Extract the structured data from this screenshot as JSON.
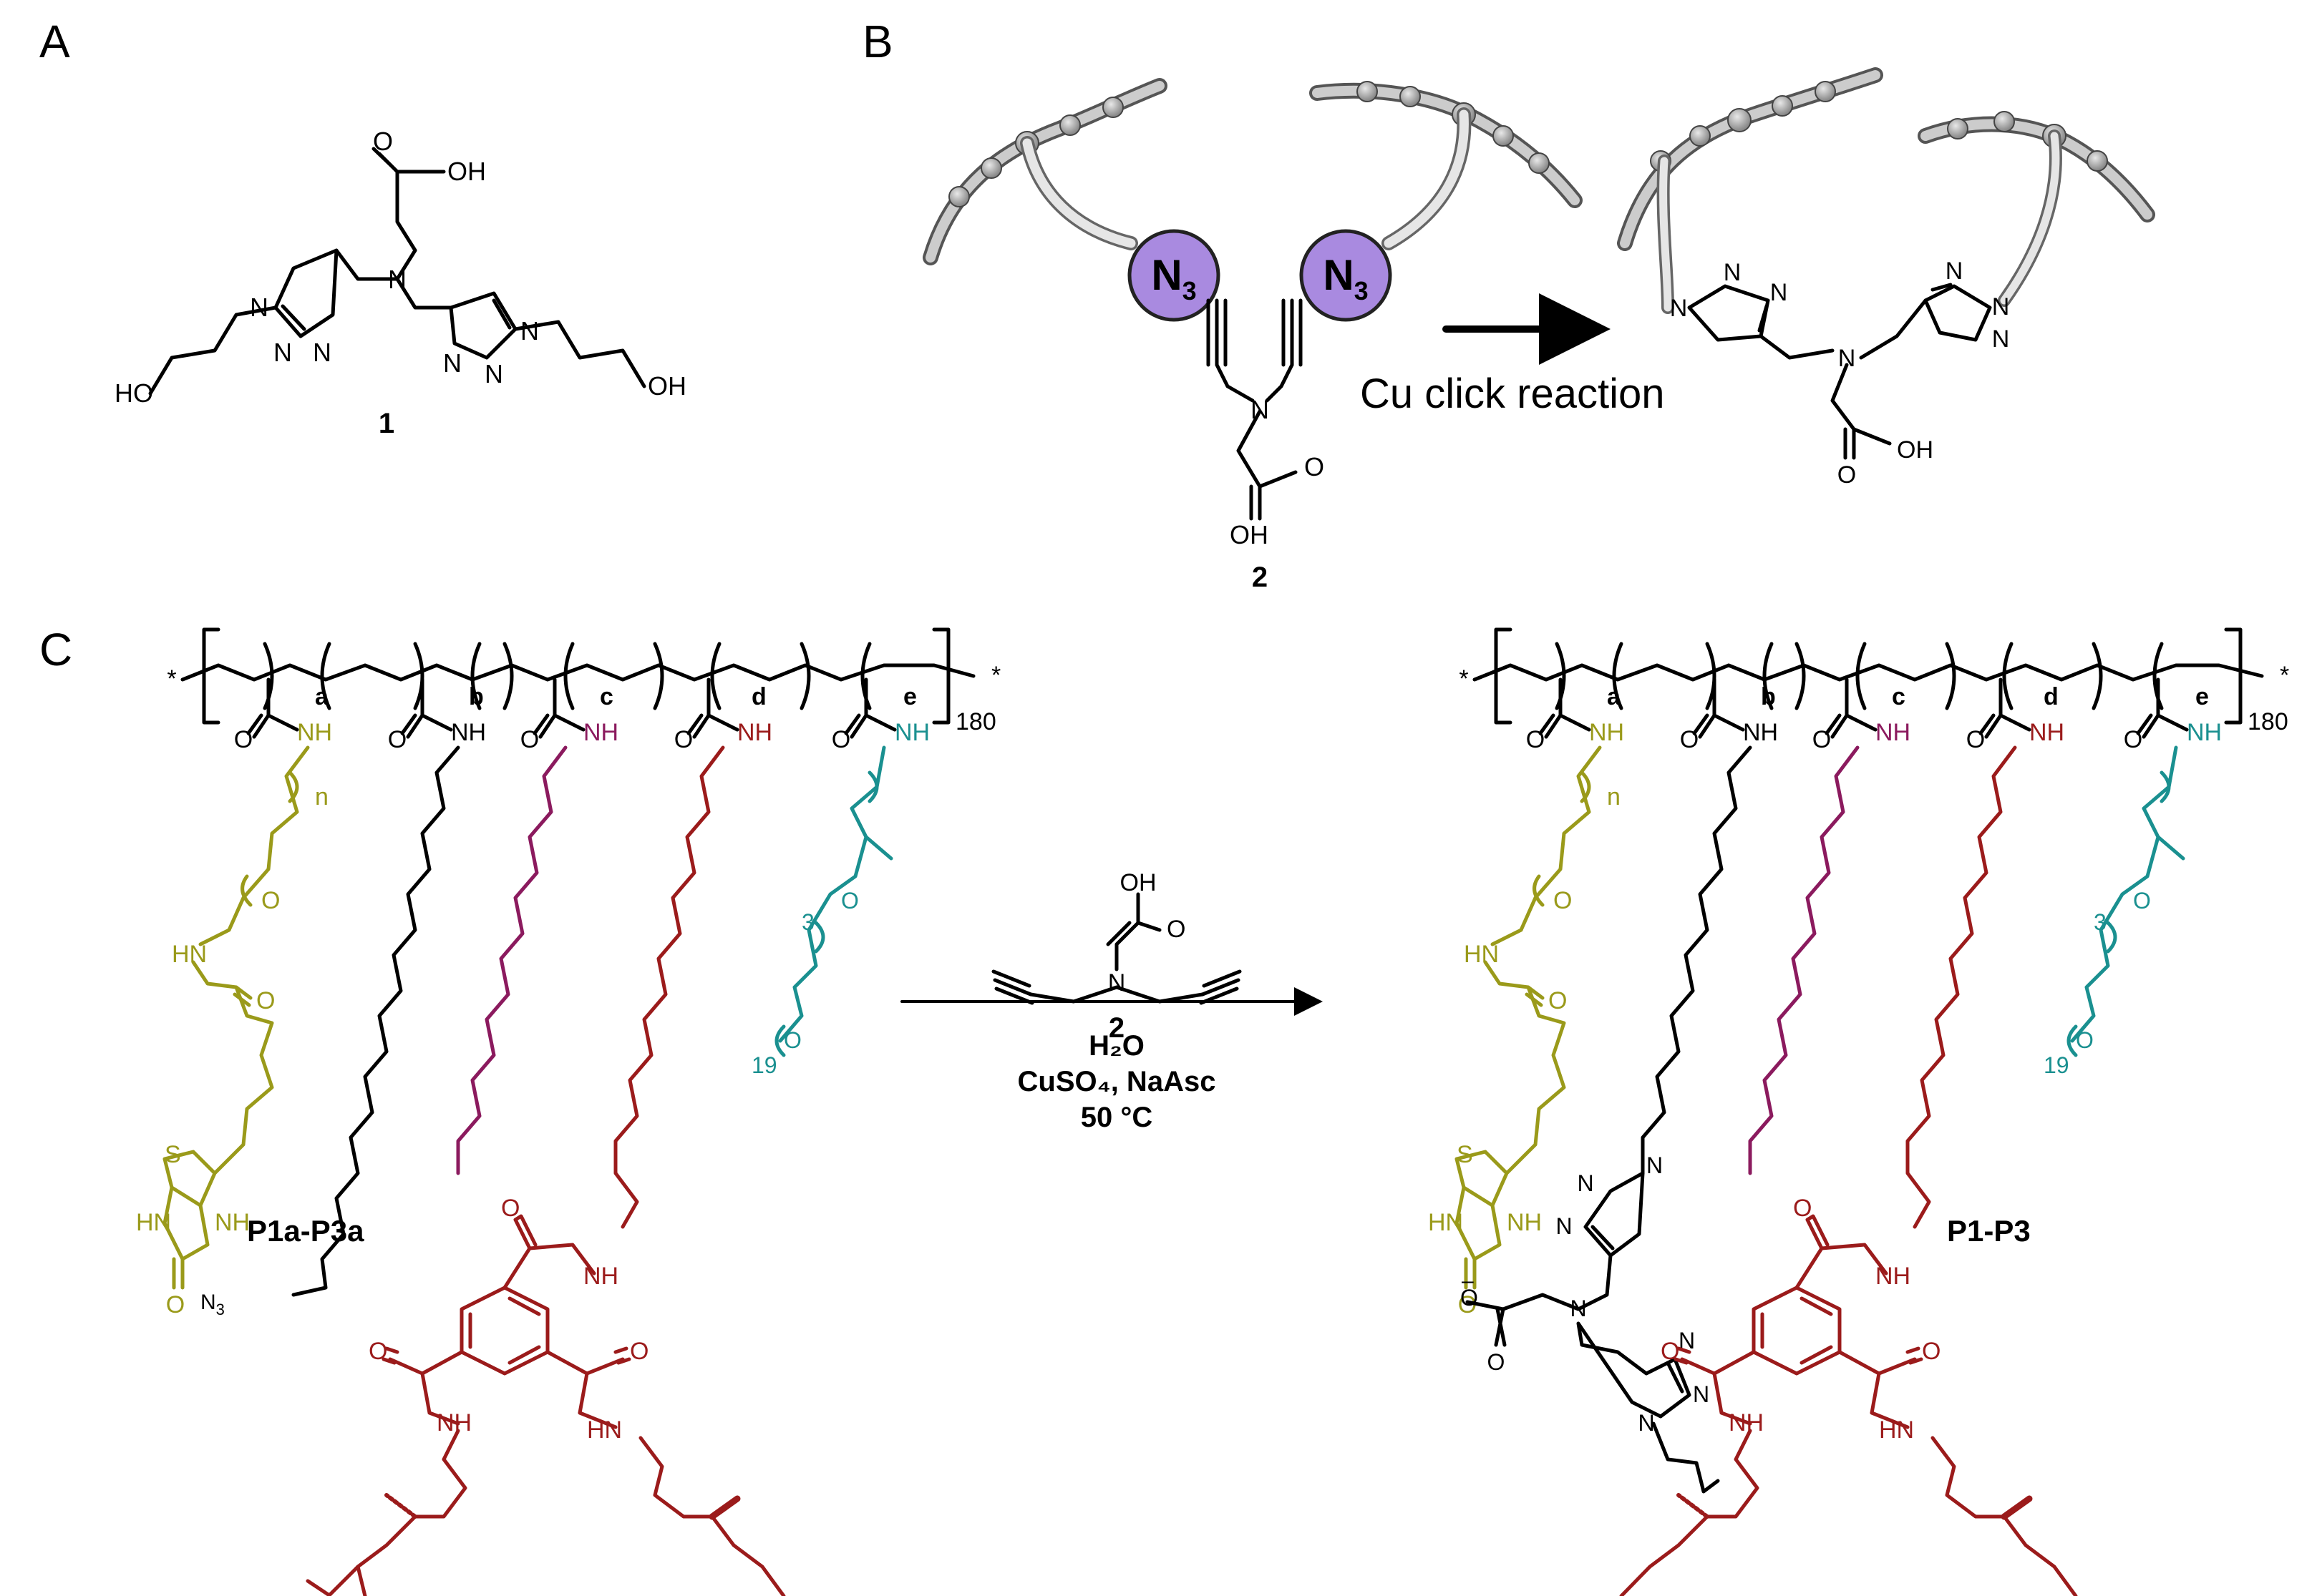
{
  "panels": {
    "A": {
      "letter": "A",
      "compound_number": "1",
      "atoms": {
        "oh_top": "OH",
        "o_top": "O",
        "n_center": "N",
        "n1_left": "N",
        "n2_left": "N",
        "n3_left": "N",
        "n1_right": "N",
        "n2_right": "N",
        "n3_right": "N",
        "ho_left": "HO",
        "oh_right": "OH"
      }
    },
    "B": {
      "letter": "B",
      "compound_number": "2",
      "azide_left": "N",
      "azide_right": "N",
      "azide_sub": "3",
      "reaction_label": "Cu click reaction",
      "atoms": {
        "n_center": "N",
        "o": "O",
        "oh": "OH",
        "prod_n": "N",
        "prod_o": "O",
        "prod_oh": "OH",
        "tri": "N"
      }
    },
    "C": {
      "letter": "C",
      "reactant_label": "P1a-P3a",
      "product_label": "P1-P3",
      "repeat_count": "180",
      "end_group": "*",
      "units": [
        "a",
        "b",
        "c",
        "d",
        "e"
      ],
      "subscripts": {
        "n": "n",
        "peg3": "3",
        "peg19": "19"
      },
      "azide_end": "N",
      "azide_sub": "3",
      "reagent_compound": "2",
      "reagent_atoms": {
        "oh": "OH",
        "o": "O",
        "n": "N"
      },
      "conditions": [
        "H₂O",
        "CuSO₄, NaAsc",
        "50 °C"
      ],
      "atoms": {
        "nh": "NH",
        "hn": "HN",
        "o": "O",
        "s": "S",
        "n": "N",
        "carboxylate_charge": "–"
      }
    }
  },
  "colors": {
    "biotin": "#9a9a1a",
    "alkyl_b": "#000000",
    "alkyl_c": "#8b1a5e",
    "btA": "#9b1b1b",
    "peg": "#1a9090",
    "azide_ball": "#a98ae0",
    "black": "#000000"
  }
}
